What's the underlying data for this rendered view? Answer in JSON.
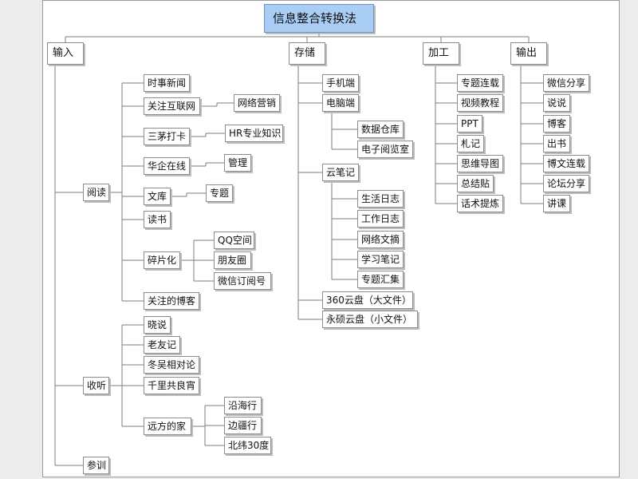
{
  "root": "信息整合转换法",
  "colors": {
    "root_fill": "#a9cdf5",
    "node_fill": "#ffffff",
    "border": "#8c8c8c",
    "line": "#7d7d7d",
    "background": "#ececec"
  },
  "input": {
    "label": "输入",
    "reading": {
      "label": "阅读",
      "items": {
        "current_news": "时事新闻",
        "internet": "关注互联网",
        "internet_sub": "网络营销",
        "sanmao": "三茅打卡",
        "sanmao_sub": "HR专业知识",
        "huaqi": "华企在线",
        "huaqi_sub": "管理",
        "wenku": "文库",
        "wenku_sub": "专题",
        "reading_books": "读书",
        "fragment": "碎片化",
        "fragment_subs": [
          "QQ空间",
          "朋友圈",
          "微信订阅号"
        ],
        "blogs": "关注的博客"
      }
    },
    "listening": {
      "label": "收听",
      "items": {
        "xiaoshuo": "晓说",
        "laoyouji": "老友记",
        "dongwu": "冬吴相对论",
        "qianli": "千里共良宵",
        "yuanfang": "远方的家",
        "yuanfang_subs": [
          "沿海行",
          "边疆行",
          "北纬30度"
        ]
      }
    },
    "training": "参训"
  },
  "storage": {
    "label": "存储",
    "phone": "手机端",
    "pc": "电脑端",
    "pc_subs": [
      "数据仓库",
      "电子阅览室"
    ],
    "cloud_notes": "云笔记",
    "cloud_subs": [
      "生活日志",
      "工作日志",
      "网络文摘",
      "学习笔记",
      "专题汇集"
    ],
    "cloud_360": "360云盘（大文件）",
    "cloud_yongshuo": "永硕云盘（小文件）"
  },
  "processing": {
    "label": "加工",
    "items": [
      "专题连载",
      "视频教程",
      "PPT",
      "札记",
      "思维导图",
      "总结贴",
      "话术提炼"
    ]
  },
  "output": {
    "label": "输出",
    "items": [
      "微信分享",
      "说说",
      "博客",
      "出书",
      "博文连载",
      "论坛分享",
      "讲课"
    ]
  }
}
